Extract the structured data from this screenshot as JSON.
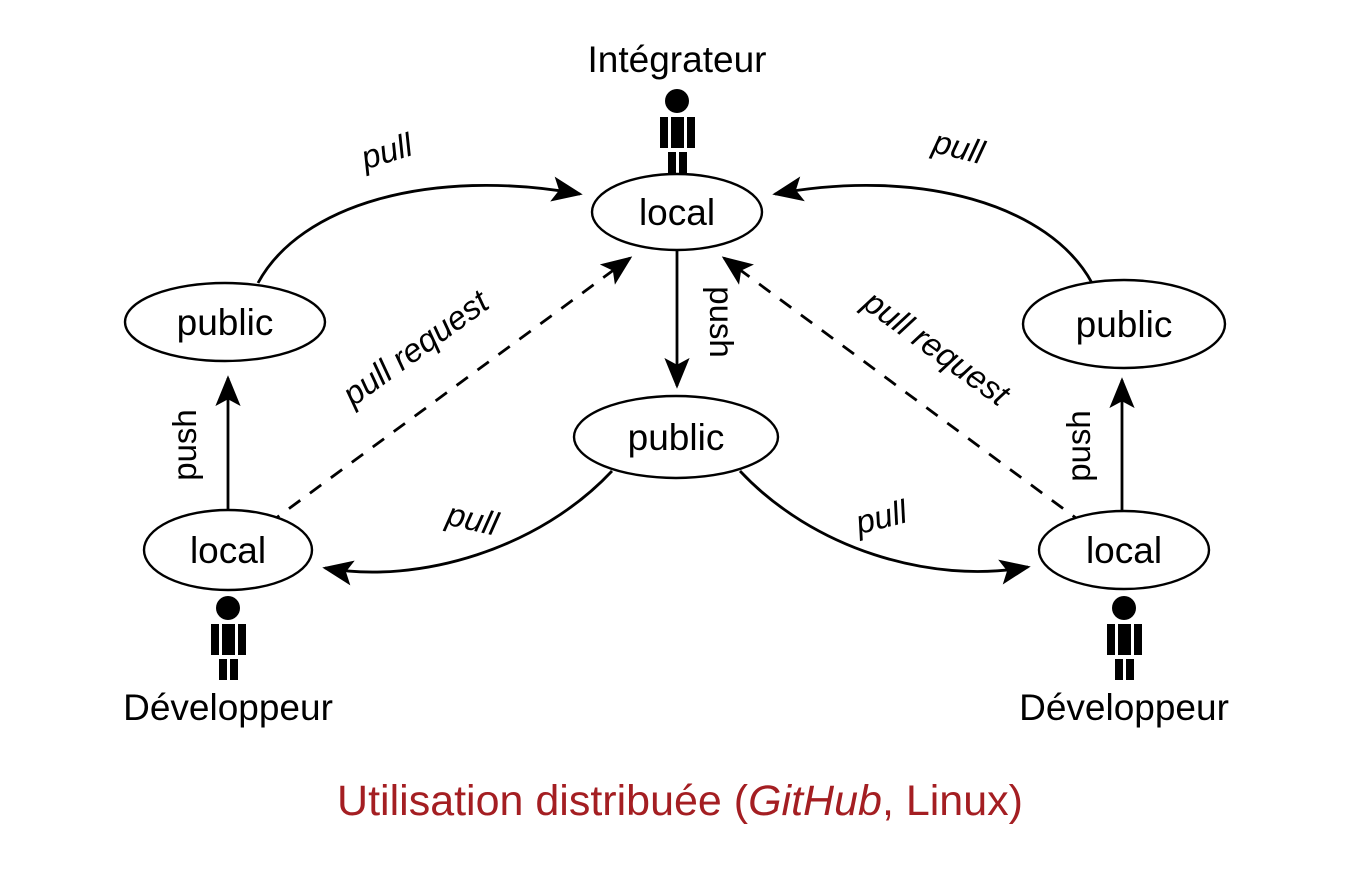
{
  "diagram": {
    "title": "Utilisation distribuée (GitHub, Linux)",
    "title_parts": {
      "before": "Utilisation distribuée (",
      "emphasis": "GitHub",
      "after": ", Linux)"
    },
    "accent_color": "#A41E22",
    "line_color": "#000000",
    "background": "#FFFFFF",
    "actors": [
      {
        "id": "integrator",
        "label": "Intégrateur",
        "icon": "person-icon"
      },
      {
        "id": "developer-left",
        "label": "Développeur",
        "icon": "person-icon"
      },
      {
        "id": "developer-right",
        "label": "Développeur",
        "icon": "person-icon"
      }
    ],
    "nodes": [
      {
        "id": "integrator-local",
        "label": "local"
      },
      {
        "id": "left-public",
        "label": "public"
      },
      {
        "id": "center-public",
        "label": "public"
      },
      {
        "id": "right-public",
        "label": "public"
      },
      {
        "id": "developer-left-local",
        "label": "local"
      },
      {
        "id": "developer-right-local",
        "label": "local"
      }
    ],
    "edges": [
      {
        "id": "edge-left-public-to-integrator-local",
        "label": "pull",
        "style": "solid",
        "from": "left-public",
        "to": "integrator-local"
      },
      {
        "id": "edge-right-public-to-integrator-local",
        "label": "pull",
        "style": "solid",
        "from": "right-public",
        "to": "integrator-local"
      },
      {
        "id": "edge-integrator-local-to-center-public",
        "label": "push",
        "style": "solid",
        "from": "integrator-local",
        "to": "center-public"
      },
      {
        "id": "edge-developer-left-local-to-left-public",
        "label": "push",
        "style": "solid",
        "from": "developer-left-local",
        "to": "left-public"
      },
      {
        "id": "edge-developer-right-local-to-right-public",
        "label": "push",
        "style": "solid",
        "from": "developer-right-local",
        "to": "right-public"
      },
      {
        "id": "edge-center-public-to-developer-left-local",
        "label": "pull",
        "style": "solid",
        "from": "center-public",
        "to": "developer-left-local"
      },
      {
        "id": "edge-center-public-to-developer-right-local",
        "label": "pull",
        "style": "solid",
        "from": "center-public",
        "to": "developer-right-local"
      },
      {
        "id": "edge-developer-left-local-pull-request",
        "label": "pull request",
        "style": "dashed",
        "from": "developer-left-local",
        "to": "integrator-local"
      },
      {
        "id": "edge-developer-right-local-pull-request",
        "label": "pull request",
        "style": "dashed",
        "from": "developer-right-local",
        "to": "integrator-local"
      }
    ]
  }
}
